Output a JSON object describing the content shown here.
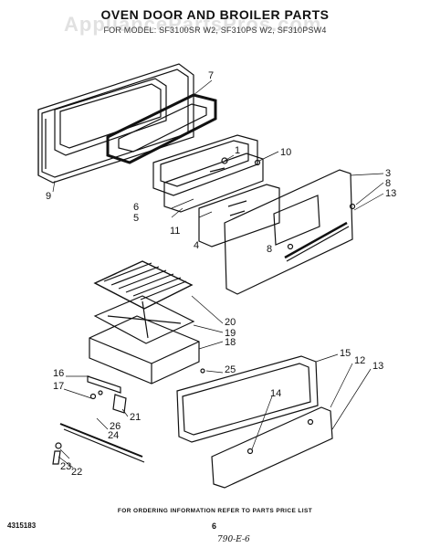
{
  "header": {
    "title": "OVEN DOOR AND BROILER PARTS",
    "subtitle": "FOR MODEL: SF3100SR W2, SF310PS W2, SF310PSW4",
    "watermark": "AppliancePartsPros.com"
  },
  "callouts": [
    "1",
    "3",
    "4",
    "5",
    "6",
    "7",
    "8",
    "9",
    "10",
    "11",
    "12",
    "13",
    "14",
    "15",
    "16",
    "17",
    "18",
    "19",
    "20",
    "21",
    "22",
    "23",
    "24",
    "25",
    "26"
  ],
  "footer": {
    "note": "FOR ORDERING INFORMATION REFER TO PARTS PRICE LIST",
    "doc_number": "4315183",
    "page_number": "6",
    "handwritten": "790-E-6"
  }
}
